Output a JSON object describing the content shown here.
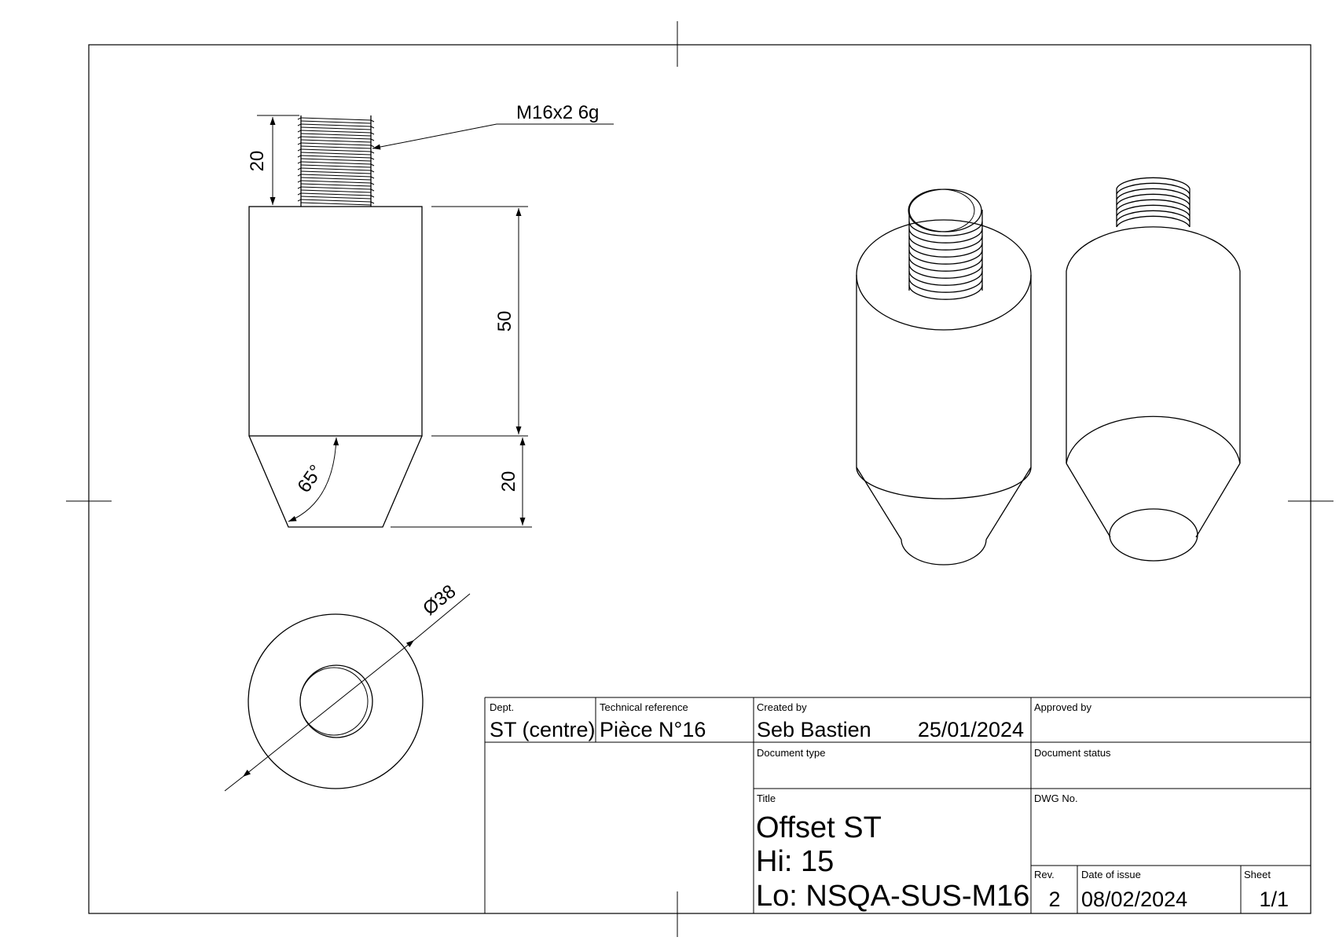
{
  "callouts": {
    "thread": "M16x2 6g",
    "thread_length": "20",
    "body_length": "50",
    "cone_length": "20",
    "cone_angle": "65°",
    "diameter": "Ø38"
  },
  "title_block": {
    "dept_label": "Dept.",
    "dept_value": "ST (centre)",
    "techref_label": "Technical reference",
    "techref_value": "Pièce N°16",
    "created_label": "Created by",
    "created_name": "Seb Bastien",
    "created_date": "25/01/2024",
    "approved_label": "Approved by",
    "doctype_label": "Document type",
    "docstatus_label": "Document status",
    "title_label": "Title",
    "title_line1": "Offset ST",
    "title_line2": "Hi: 15",
    "title_line3": "Lo: NSQA-SUS-M16",
    "dwg_label": "DWG No.",
    "rev_label": "Rev.",
    "rev_value": "2",
    "date_label": "Date of issue",
    "date_value": "08/02/2024",
    "sheet_label": "Sheet",
    "sheet_value": "1/1"
  }
}
